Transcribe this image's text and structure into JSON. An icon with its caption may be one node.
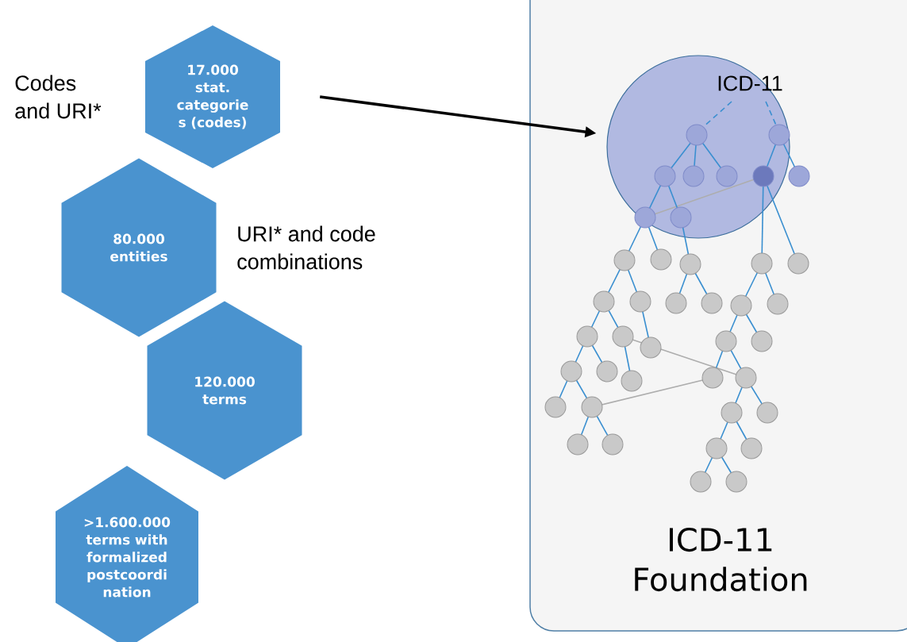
{
  "diagram": {
    "nodes": [
      {
        "text": [
          "17.000 stat. categorie s (codes)"
        ]
      },
      {
        "text": [
          "80.000 entities"
        ]
      },
      {
        "text": [
          "120.000 terms"
        ]
      },
      {
        "text": [
          ">1.600.000 terms with formalized postcoordi nation"
        ]
      },
      {
        "text": [
          "ICD-11 Foundation"
        ]
      },
      {
        "text": [
          "ICD-11"
        ],
        "in": 4
      }
    ],
    "edges": [
      {
        "from": 0,
        "to": 5,
        "arrow": "to"
      }
    ],
    "labels": [
      "Codes and URI*",
      "URI* and code combinations"
    ]
  }
}
